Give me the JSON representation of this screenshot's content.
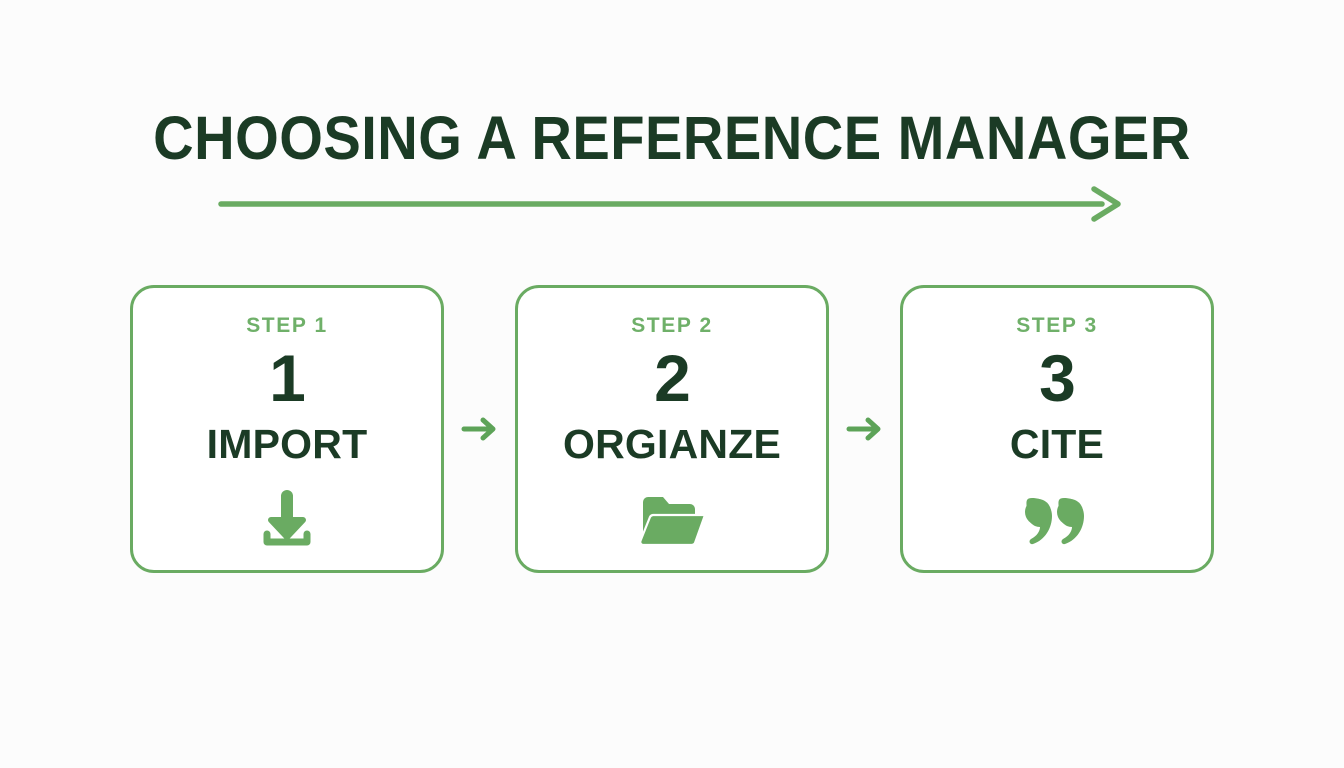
{
  "page": {
    "title": "CHOOSING A REFERENCE MANAGER",
    "background_color": "#fcfcfc",
    "accent_green": "#6aab62",
    "light_green": "#6fb069",
    "dark_green": "#1b3b25"
  },
  "title_arrow": {
    "icon": "long-right-arrow-icon",
    "color": "#6aab62"
  },
  "steps": [
    {
      "eyebrow": "STEP 1",
      "number": "1",
      "label": "IMPORT",
      "icon": "download-icon"
    },
    {
      "eyebrow": "STEP 2",
      "number": "2",
      "label": "ORGIANZE",
      "icon": "open-folder-icon"
    },
    {
      "eyebrow": "STEP 3",
      "number": "3",
      "label": "CITE",
      "icon": "quotation-mark-icon"
    }
  ],
  "connectors": [
    {
      "icon": "right-arrow-icon"
    },
    {
      "icon": "right-arrow-icon"
    }
  ]
}
